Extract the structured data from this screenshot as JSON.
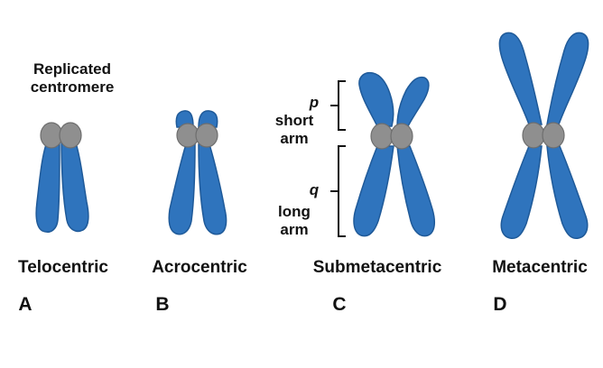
{
  "annotations": {
    "replicated_centromere_line1": "Replicated",
    "replicated_centromere_line2": "centromere",
    "p": "p",
    "short_arm_line1": "short",
    "short_arm_line2": "arm",
    "q": "q",
    "long_arm_line1": "long",
    "long_arm_line2": "arm"
  },
  "chromosomes": [
    {
      "type": "Telocentric",
      "letter": "A"
    },
    {
      "type": "Acrocentric",
      "letter": "B"
    },
    {
      "type": "Submetacentric",
      "letter": "C"
    },
    {
      "type": "Metacentric",
      "letter": "D"
    }
  ],
  "colors": {
    "chromatid": "#2f74bd",
    "centromere": "#8f8f8f",
    "text": "#111111"
  }
}
